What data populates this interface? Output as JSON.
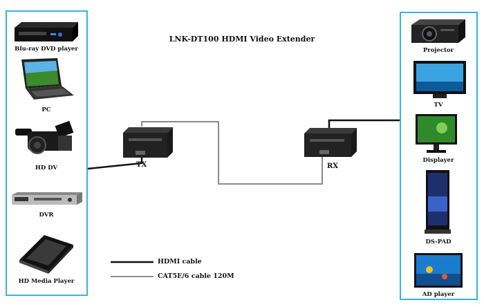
{
  "title": "LNK-DT100 HDMI Video Extender",
  "left_devices": [
    {
      "label": "Blu-ray DVD player",
      "icon": "bluray-player-icon"
    },
    {
      "label": "PC",
      "icon": "laptop-icon"
    },
    {
      "label": "HD DV",
      "icon": "camcorder-icon"
    },
    {
      "label": "DVR",
      "icon": "dvr-icon"
    },
    {
      "label": "HD Media Player",
      "icon": "media-player-icon"
    }
  ],
  "right_devices": [
    {
      "label": "Projector",
      "icon": "projector-icon"
    },
    {
      "label": "TV",
      "icon": "tv-icon"
    },
    {
      "label": "Displayer",
      "icon": "monitor-icon"
    },
    {
      "label": "DS-PAD",
      "icon": "digital-signage-icon"
    },
    {
      "label": "AD player",
      "icon": "ad-player-icon"
    }
  ],
  "transmitter": {
    "label": "TX",
    "icon": "transmitter-box-icon"
  },
  "receiver": {
    "label": "RX",
    "icon": "receiver-box-icon"
  },
  "legend": [
    {
      "label": "HDMI cable",
      "color": "#111111"
    },
    {
      "label": "CAT5E/6 cable 120M",
      "color": "#888888"
    }
  ]
}
